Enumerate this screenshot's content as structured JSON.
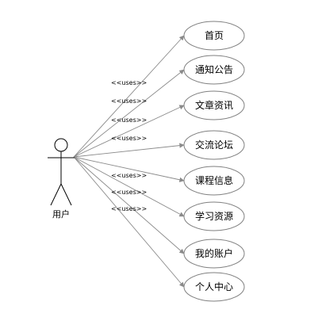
{
  "actor": {
    "name": "用户"
  },
  "relationship_label": "<<uses>>",
  "use_cases": [
    {
      "label": "首页"
    },
    {
      "label": "通知公告"
    },
    {
      "label": "文章资讯"
    },
    {
      "label": "交流论坛"
    },
    {
      "label": "课程信息"
    },
    {
      "label": "学习资源"
    },
    {
      "label": "我的账户"
    },
    {
      "label": "个人中心"
    }
  ],
  "colors": {
    "line": "#8a8a8a",
    "ellipse_stroke": "#7f7f7f",
    "text": "#000000"
  }
}
